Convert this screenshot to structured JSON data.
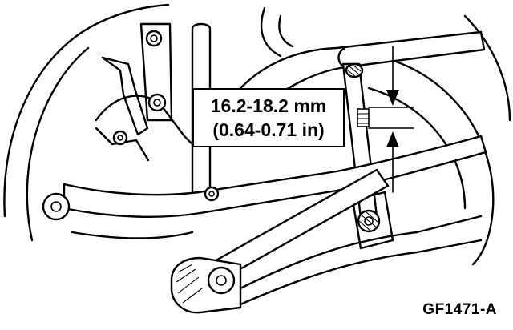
{
  "callout": {
    "line1": "16.2-18.2 mm",
    "line2": "(0.64-0.71 in)"
  },
  "figure_id": "GF1471-A",
  "icons": [
    "measurement-arrow-icon",
    "bolt-icon",
    "bushing-icon"
  ]
}
